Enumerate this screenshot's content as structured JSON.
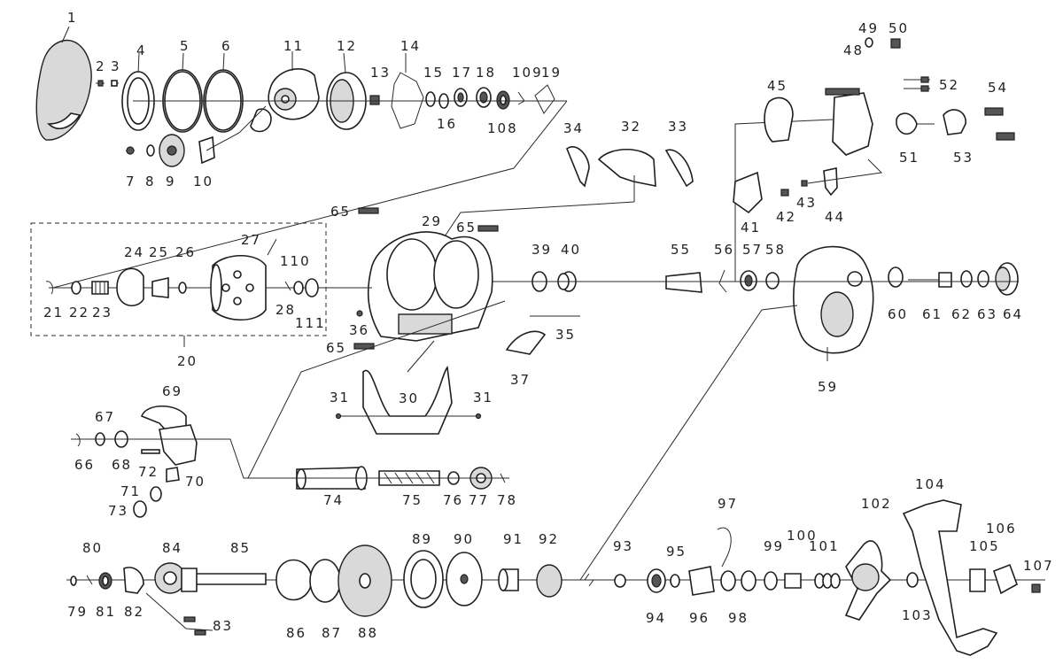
{
  "parts": [
    "1",
    "2",
    "3",
    "4",
    "5",
    "6",
    "7",
    "8",
    "9",
    "10",
    "11",
    "12",
    "13",
    "14",
    "15",
    "16",
    "17",
    "18",
    "108",
    "109",
    "19",
    "34",
    "32",
    "33",
    "45",
    "48",
    "49",
    "50",
    "52",
    "54",
    "51",
    "53",
    "41",
    "42",
    "43",
    "44",
    "65",
    "29",
    "27",
    "24",
    "25",
    "26",
    "110",
    "111",
    "21",
    "22",
    "23",
    "28",
    "36",
    "20",
    "39",
    "40",
    "35",
    "37",
    "30",
    "31",
    "55",
    "56",
    "57",
    "58",
    "59",
    "60",
    "61",
    "62",
    "63",
    "64",
    "69",
    "67",
    "66",
    "68",
    "72",
    "70",
    "71",
    "73",
    "74",
    "75",
    "76",
    "77",
    "78",
    "80",
    "79",
    "81",
    "82",
    "84",
    "83",
    "85",
    "86",
    "87",
    "88",
    "89",
    "90",
    "91",
    "92",
    "93",
    "94",
    "95",
    "96",
    "97",
    "98",
    "99",
    "100",
    "101",
    "102",
    "103",
    "104",
    "105",
    "106",
    "107"
  ]
}
